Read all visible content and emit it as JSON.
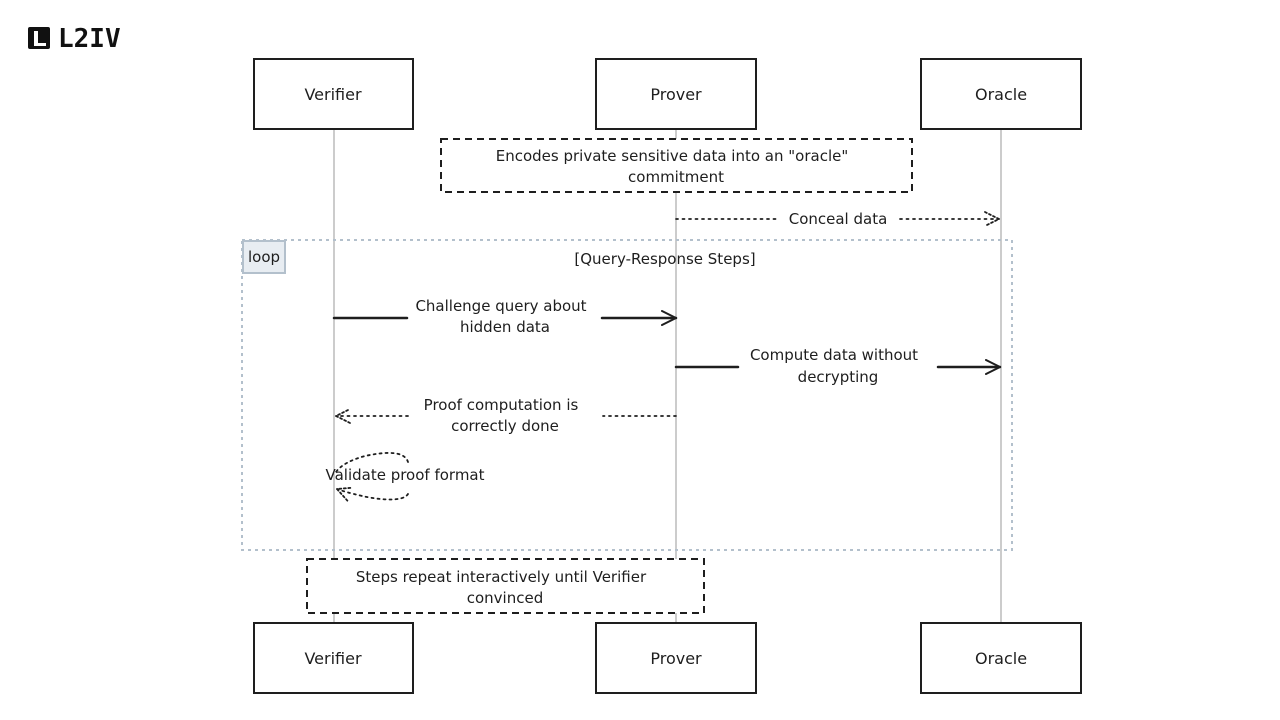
{
  "logo": {
    "text": "L2IV"
  },
  "participants": {
    "verifier": "Verifier",
    "prover": "Prover",
    "oracle": "Oracle"
  },
  "notes": {
    "encode": [
      "Encodes private sensitive data into an \"oracle\"",
      "commitment"
    ],
    "repeat": [
      "Steps repeat interactively until Verifier",
      "convinced"
    ]
  },
  "messages": {
    "conceal": "Conceal data",
    "challenge": [
      "Challenge query about",
      "hidden data"
    ],
    "compute": [
      "Compute data without",
      "decrypting"
    ],
    "proof": [
      "Proof computation is",
      "correctly done"
    ],
    "validate": "Validate proof format"
  },
  "loop": {
    "tag": "loop",
    "title": "[Query-Response Steps]"
  },
  "colors": {
    "ink": "#1e1e1e",
    "lifeline": "#9a9a9a",
    "loop_border": "#b3c0cc",
    "loop_tag_bg": "#e8edf2"
  }
}
